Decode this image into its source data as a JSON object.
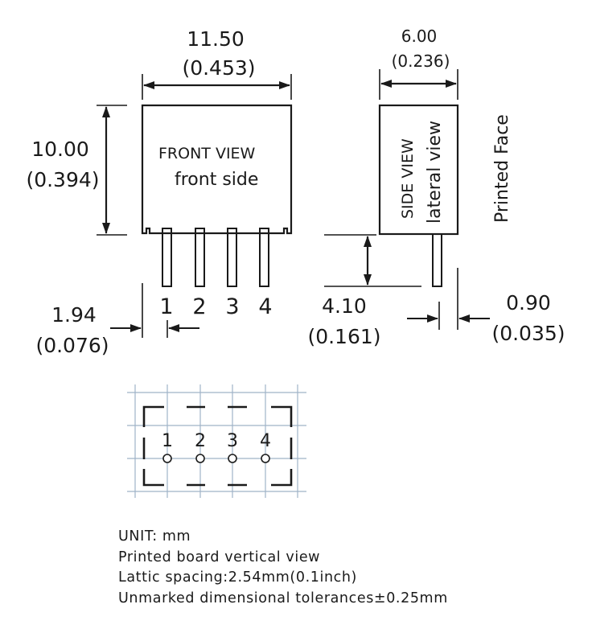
{
  "front_view": {
    "width_mm": "11.50",
    "width_in": "(0.453)",
    "height_mm": "10.00",
    "height_in": "(0.394)",
    "title": "FRONT VIEW",
    "subtitle": "front side",
    "pin_width_mm": "1.94",
    "pin_width_in": "(0.076)",
    "pins": [
      "1",
      "2",
      "3",
      "4"
    ]
  },
  "side_view": {
    "width_mm": "6.00",
    "width_in": "(0.236)",
    "title": "SIDE VIEW",
    "subtitle": "lateral view",
    "printed_face": "Printed Face",
    "pin_length_mm": "4.10",
    "pin_length_in": "(0.161)",
    "pin_thickness_mm": "0.90",
    "pin_thickness_in": "(0.035)"
  },
  "pcb_layout": {
    "pins": [
      "1",
      "2",
      "3",
      "4"
    ]
  },
  "notes": {
    "unit": "UNIT: mm",
    "view": "Printed board vertical view",
    "spacing": "Lattic spacing:2.54mm(0.1inch)",
    "tolerance": "Unmarked dimensional tolerances±0.25mm"
  },
  "colors": {
    "line": "#1a1a1a",
    "grid": "#9fb3c8"
  }
}
